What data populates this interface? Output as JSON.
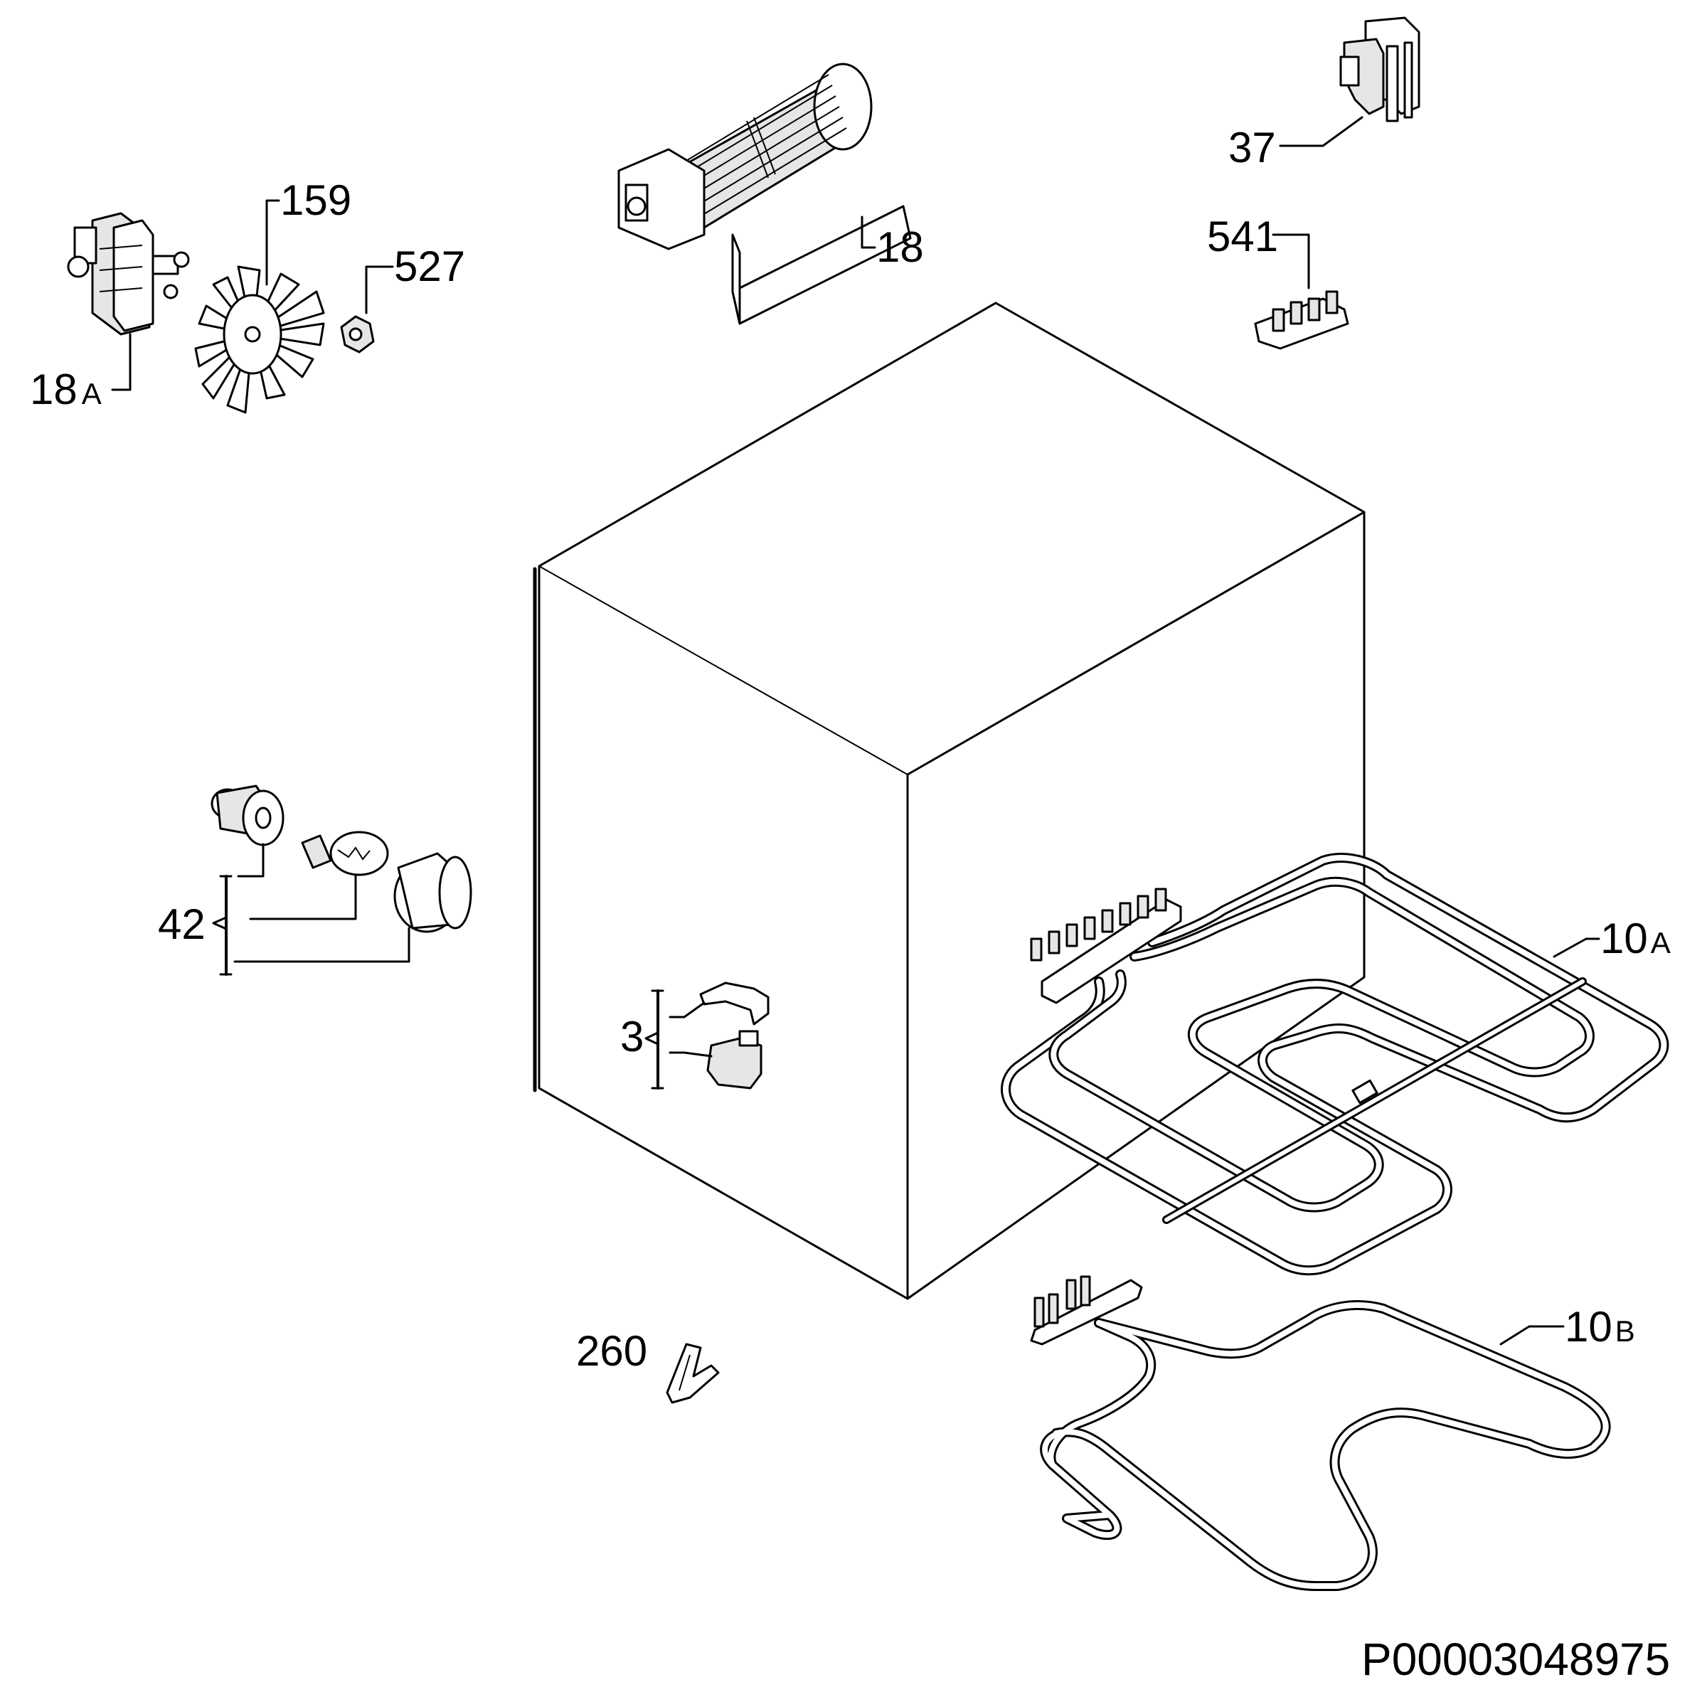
{
  "diagram": {
    "document_id": "P00003048975",
    "parts": [
      {
        "id": "fan_motor",
        "label": "18",
        "label_suffix": "A"
      },
      {
        "id": "fan_blade",
        "label": "159"
      },
      {
        "id": "nut",
        "label": "527"
      },
      {
        "id": "fan_housing",
        "label": "18"
      },
      {
        "id": "switch",
        "label": "37"
      },
      {
        "id": "terminal_block",
        "label": "541"
      },
      {
        "id": "lamp_assembly",
        "label": "42"
      },
      {
        "id": "clip_set",
        "label": "3"
      },
      {
        "id": "grill_element",
        "label": "10",
        "label_suffix": "A"
      },
      {
        "id": "bottom_element",
        "label": "10",
        "label_suffix": "B"
      },
      {
        "id": "spring_clip",
        "label": "260"
      }
    ]
  }
}
